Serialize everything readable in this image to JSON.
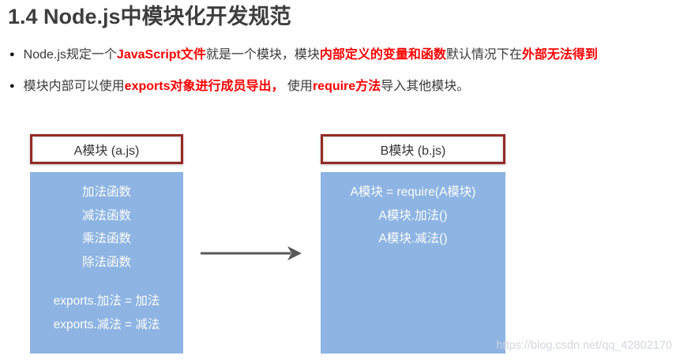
{
  "page": {
    "title": "1.4 Node.js中模块化开发规范",
    "bullet_marker": "●",
    "bullets": [
      {
        "segments": [
          {
            "text": "Node.js规定一个",
            "em": false
          },
          {
            "text": "JavaScript文件",
            "em": true
          },
          {
            "text": "就是一个模块，模块",
            "em": false
          },
          {
            "text": "内部定义的变量和函数",
            "em": true
          },
          {
            "text": "默认情况下在",
            "em": false
          },
          {
            "text": "外部无法得到",
            "em": true
          }
        ]
      },
      {
        "segments": [
          {
            "text": "模块内部可以使用",
            "em": false
          },
          {
            "text": "exports对象进行成员导出，",
            "em": true
          },
          {
            "text": " 使用",
            "em": false
          },
          {
            "text": "require方法",
            "em": true
          },
          {
            "text": "导入其他模块。",
            "em": false
          }
        ]
      }
    ]
  },
  "diagram": {
    "module_a": {
      "header": "A模块 (a.js)",
      "functions": [
        "加法函数",
        "减法函数",
        "乘法函数",
        "除法函数"
      ],
      "exports": [
        "exports.加法 = 加法",
        "exports.减法 = 减法"
      ]
    },
    "module_b": {
      "header": "B模块 (b.js)",
      "lines": [
        "A模块 = require(A模块)",
        "A模块.加法()",
        "A模块.减法()"
      ]
    }
  },
  "watermark": "https://blog.csdn.net/qq_42802170",
  "colors": {
    "emphasis_red": "#ff0000",
    "module_border": "#952b27",
    "module_fill": "#8db4e2",
    "module_text": "#fdfdfd",
    "heading_text": "#3d3d3d",
    "arrow": "#595959",
    "watermark": "#d0d5dc"
  }
}
